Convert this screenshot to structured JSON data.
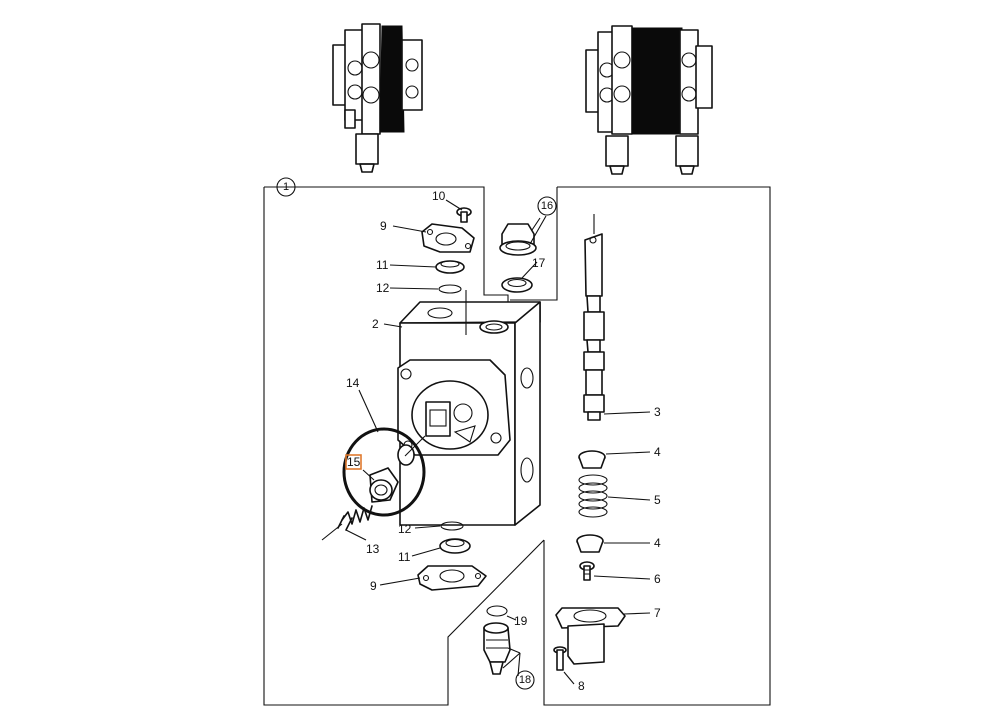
{
  "callouts": {
    "c1": "1",
    "c2": "2",
    "c3": "3",
    "c4a": "4",
    "c4b": "4",
    "c5": "5",
    "c6": "6",
    "c7": "7",
    "c8": "8",
    "c9a": "9",
    "c9b": "9",
    "c10": "10",
    "c11a": "11",
    "c11b": "11",
    "c12a": "12",
    "c12b": "12",
    "c13": "13",
    "c14": "14",
    "c15": "15",
    "c16": "16",
    "c17": "17",
    "c18": "18",
    "c19": "19"
  },
  "highlight_color": "#e07a2e",
  "line_color": "#111111"
}
